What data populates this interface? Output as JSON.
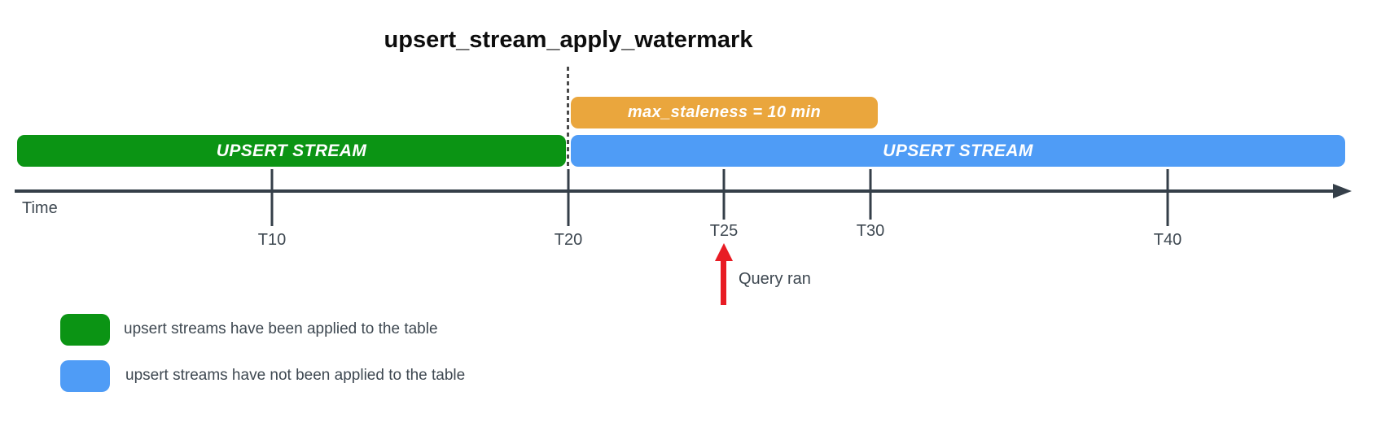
{
  "title": "upsert_stream_apply_watermark",
  "colors": {
    "applied_green": "#0b9414",
    "unapplied_blue": "#4f9cf6",
    "staleness_orange": "#eaa63d",
    "query_arrow_red": "#e81c24",
    "axis_dark": "#353f49",
    "label_text": "#3e4851",
    "dashed_line": "#4a4a4a"
  },
  "bars": {
    "applied": {
      "label": "UPSERT STREAM",
      "color": "#0b9414"
    },
    "unapplied": {
      "label": "UPSERT STREAM",
      "color": "#4f9cf6"
    },
    "staleness": {
      "label": "max_staleness = 10 min",
      "color": "#eaa63d"
    }
  },
  "axis": {
    "label": "Time",
    "ticks": [
      {
        "label": "T10"
      },
      {
        "label": "T20"
      },
      {
        "label": "T25"
      },
      {
        "label": "T30"
      },
      {
        "label": "T40"
      }
    ]
  },
  "annotation": {
    "label": "Query ran",
    "color": "#e81c24"
  },
  "legend": [
    {
      "label": "upsert streams have been applied to the table",
      "color": "#0b9414"
    },
    {
      "label": "upsert streams have not been applied to the table",
      "color": "#4f9cf6"
    }
  ]
}
